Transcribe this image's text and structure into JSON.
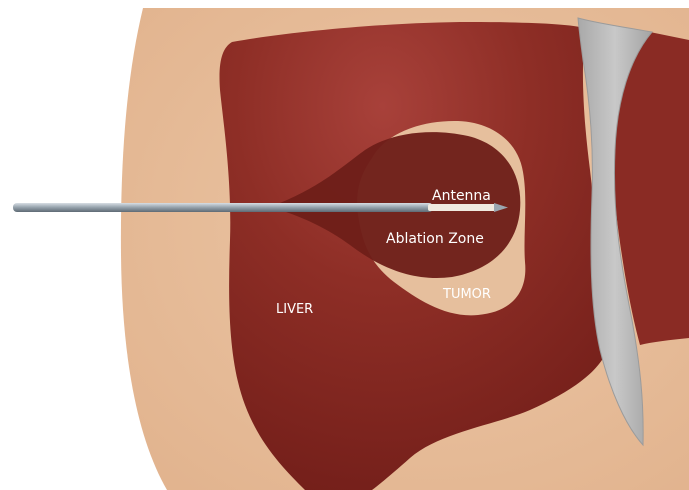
{
  "labels": {
    "antenna": "Antenna",
    "ablation_zone": "Ablation Zone",
    "tumor": "TUMOR",
    "liver": "LIVER"
  },
  "colors": {
    "background": "#ffffff",
    "skin": "#e6bc98",
    "skin_edge": "#d9a884",
    "liver": "#8e2e26",
    "liver_highlight": "#a8413a",
    "liver_shadow": "#741f1a",
    "tumor": "#e6bf9d",
    "ablation_zone": "#6e1e19",
    "bone": "#b9b9b9",
    "needle": "#8f9ba5",
    "needle_highlight": "#d7dee4",
    "antenna_tip": "#f0eadf"
  }
}
